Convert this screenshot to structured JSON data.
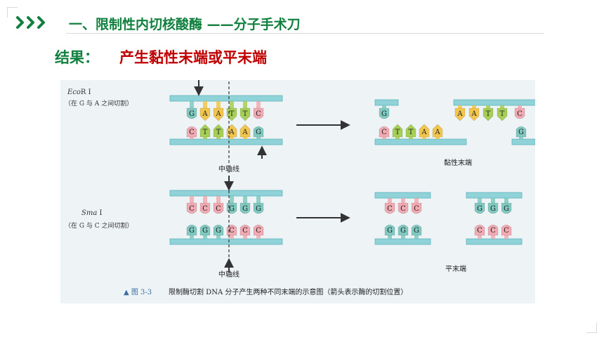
{
  "header": {
    "title": "一、限制性内切核酸酶 ——分子手术刀",
    "chevron_icon": "triple-chevron-right-icon",
    "accent_color": "#11803f"
  },
  "result": {
    "label": "结果：",
    "value": "产生黏性末端或平末端",
    "label_color": "#11803f",
    "value_color": "#c00000"
  },
  "figure": {
    "ecori": {
      "name_italic": "Eco",
      "name_rest": "R I",
      "note": "（在 G 与 A 之间切割）",
      "top_strand": [
        "G",
        "A",
        "A",
        "T",
        "T",
        "C"
      ],
      "bottom_strand": [
        "C",
        "T",
        "T",
        "A",
        "A",
        "G"
      ],
      "axis_label": "中轴线",
      "product_label": "黏性末端"
    },
    "smai": {
      "name_italic": "Sma",
      "name_rest": " I",
      "note": "（在 G 与 C 之间切割）",
      "top_strand": [
        "C",
        "C",
        "C",
        "G",
        "G",
        "G"
      ],
      "bottom_strand": [
        "G",
        "G",
        "G",
        "C",
        "C",
        "C"
      ],
      "axis_label": "中轴线",
      "product_label": "平末端"
    },
    "caption_prefix": "▲ 图 3-3",
    "caption_text": "限制酶切割 DNA 分子产生两种不同末端的示意图（箭头表示酶的切割位置）",
    "base_colors": {
      "G": "#7fc9c1",
      "A": "#f2c64c",
      "T": "#a5cf55",
      "C": "#f1a9b2"
    },
    "backbone_color": "#8fd3d9"
  }
}
